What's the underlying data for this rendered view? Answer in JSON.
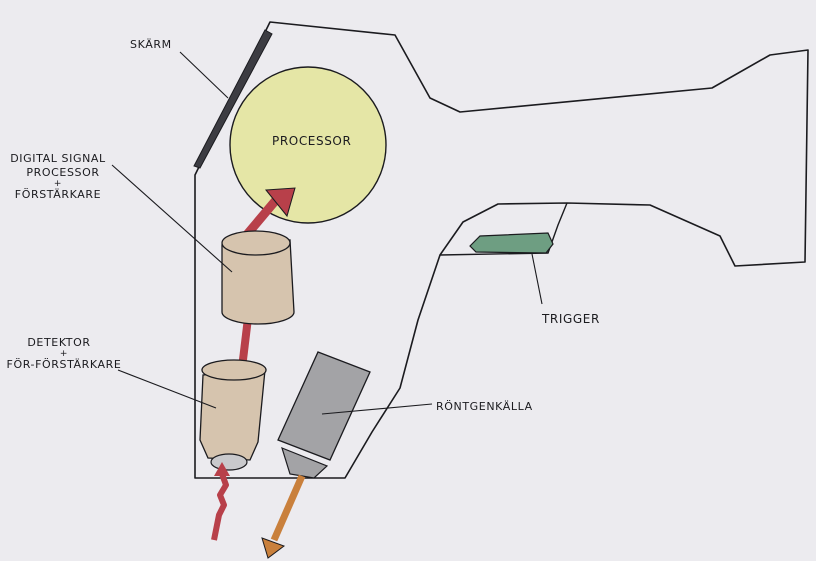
{
  "labels": {
    "screen": "SKÄRM",
    "processor": "PROCESSOR",
    "dsp_line1": "DIGITAL SIGNAL",
    "dsp_line2": "PROCESSOR",
    "dsp_plus": "+",
    "dsp_line3": "FÖRSTÄRKARE",
    "detector_line1": "DETEKTOR",
    "detector_plus": "+",
    "detector_line2": "FÖR-FÖRSTÄRKARE",
    "xray_source": "RÖNTGENKÄLLA",
    "trigger": "TRIGGER"
  },
  "colors": {
    "paper": "#ecebef",
    "ink": "#1b1b1f",
    "processor_fill": "#e5e6a6",
    "signal_arrow": "#b8404a",
    "xray_arrow": "#c9803c",
    "component_fill": "#d6c4ae",
    "source_fill": "#a3a3a6",
    "trigger_fill": "#6e9e82",
    "screen_fill": "#3c3c42"
  }
}
